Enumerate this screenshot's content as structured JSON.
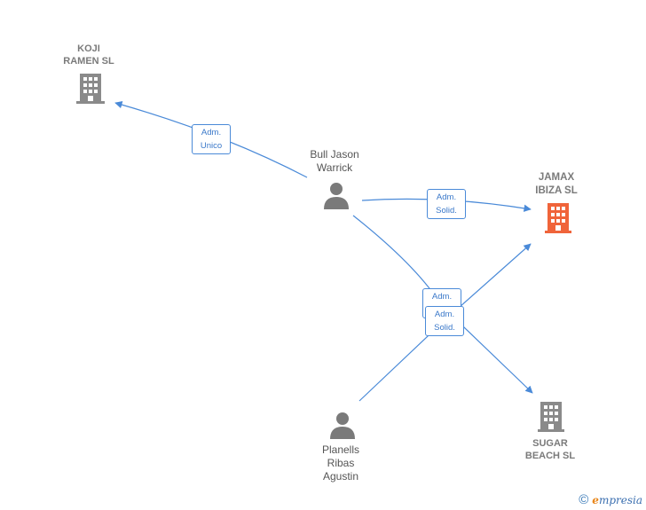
{
  "colors": {
    "edge": "#4a8ad8",
    "building_grey": "#8a8a8a",
    "building_main": "#f0643a",
    "person": "#7a7a7a"
  },
  "nodes": {
    "koji": {
      "name": "KOJI\nRAMEN SL",
      "icon": "building-icon"
    },
    "jamax": {
      "name": "JAMAX\nIBIZA  SL",
      "icon": "building-icon-highlighted"
    },
    "sugar": {
      "name": "SUGAR\nBEACH SL",
      "icon": "building-icon"
    },
    "bull": {
      "name": "Bull Jason\nWarrick",
      "icon": "person-icon"
    },
    "planells": {
      "name": "Planells\nRibas\nAgustin",
      "icon": "person-icon"
    }
  },
  "edges": {
    "bull_koji": "Adm.\nUnico",
    "bull_jamax": "Adm.\nSolid.",
    "bull_sugar": "Adm.\nSolid.",
    "planells": "Adm.\nSolid."
  },
  "footer": {
    "copyright": "©",
    "brand_initial": "e",
    "brand_rest": "mpresia"
  }
}
